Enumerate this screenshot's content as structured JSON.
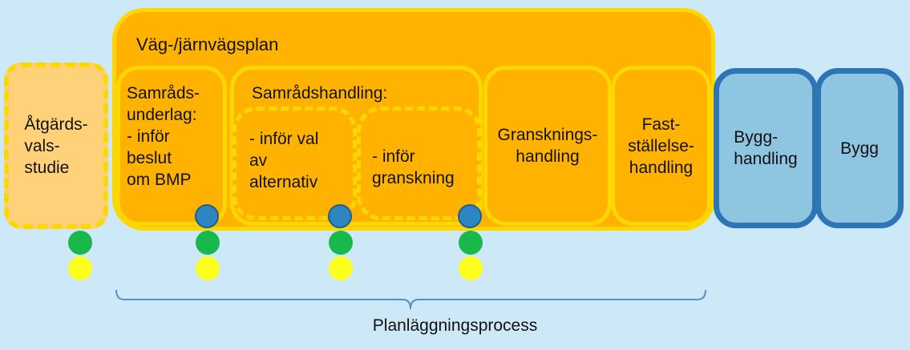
{
  "plan": {
    "title": "Väg-/järnvägsplan"
  },
  "boxes": {
    "atgardsvalsstudie": "Åtgärds-\nvals-\nstudie",
    "samradsunderlag": "Samråds-\nunderlag:\n - inför\nbeslut\nom BMP",
    "samradshandling": "Samrådshandling:",
    "infor_val": "- inför val\nav\nalternativ",
    "infor_granskning": "- inför\ngranskning",
    "granskningshandling": "Gransknings-\nhandling",
    "faststallelsehandling": "Fast-\nställelse-\nhandling",
    "bygghandling": "Bygg-\nhandling",
    "bygg": "Bygg"
  },
  "process": {
    "label": "Planläggningsprocess"
  },
  "colors": {
    "background": "#cde9f8",
    "plan_fill": "#ffb300",
    "plan_border": "#ffd700",
    "blue_fill": "#8ec5e0",
    "blue_border": "#2e75b6",
    "dot_blue": "#2e86c1",
    "dot_green": "#18b84a",
    "dot_yellow": "#ffff1e"
  }
}
